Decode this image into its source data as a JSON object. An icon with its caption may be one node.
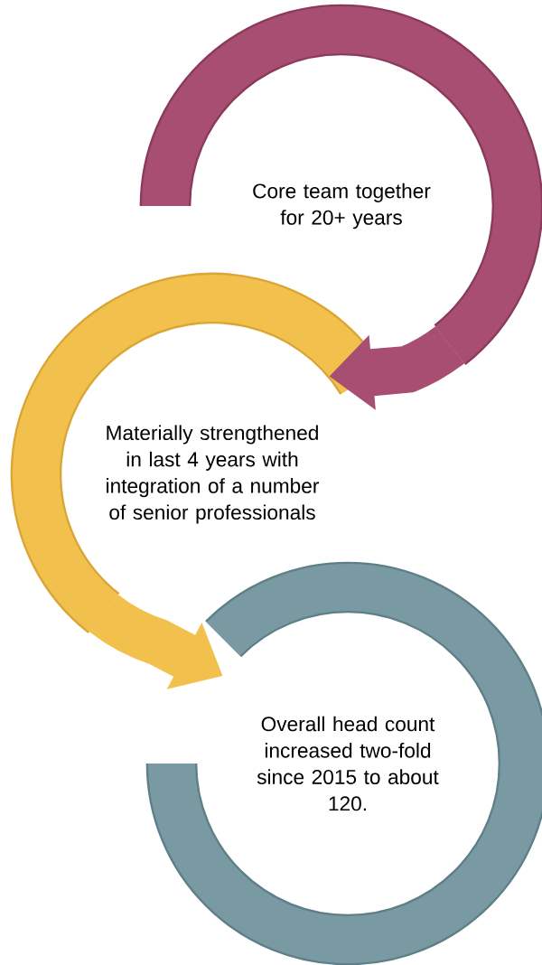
{
  "diagram": {
    "nodes": [
      {
        "text": [
          "Core team together for 20+ years"
        ]
      },
      {
        "text": [
          "Materially strengthened in last 4 years with integration of a number of senior professionals"
        ]
      },
      {
        "text": [
          "Overall head count increased two-fold since 2015 to about 120."
        ]
      }
    ],
    "edges": [
      {
        "from": 0,
        "to": 1,
        "arrow": "to",
        "color": "#a84e72"
      },
      {
        "from": 1,
        "to": 2,
        "arrow": "to",
        "color": "#f2c04c"
      }
    ]
  }
}
